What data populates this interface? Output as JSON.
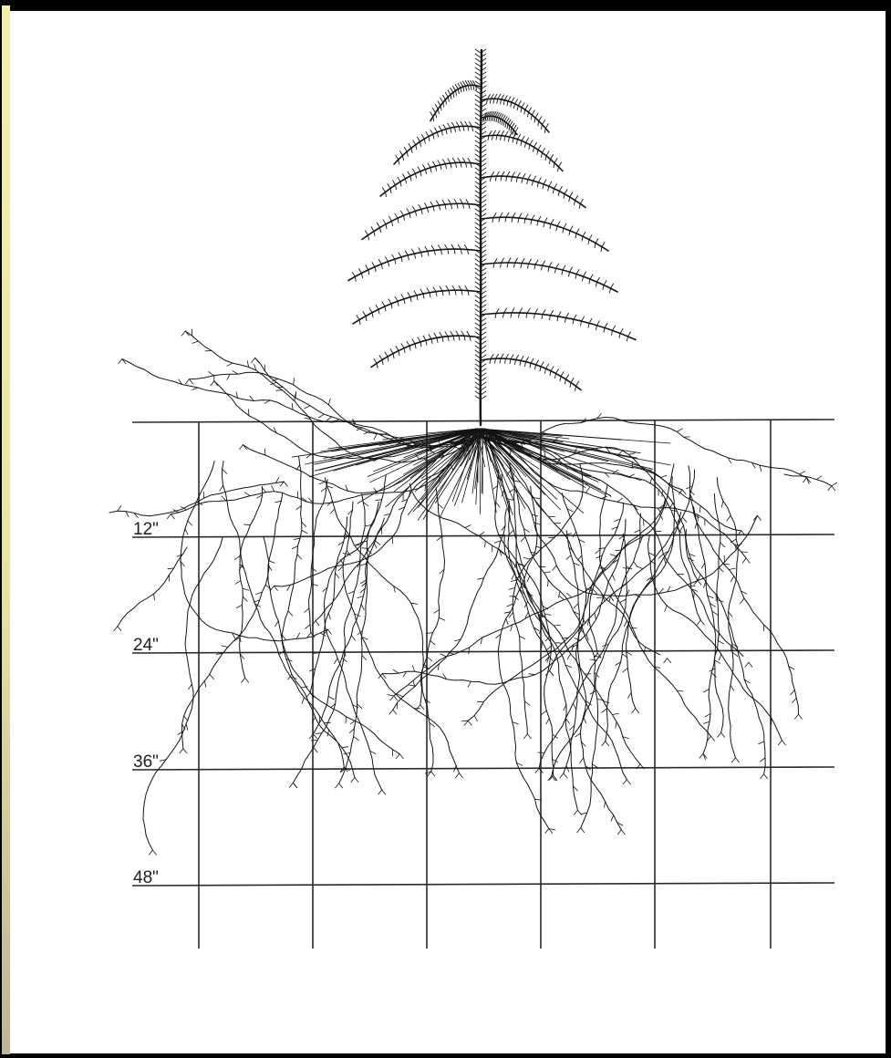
{
  "diagram": {
    "depth_labels": [
      "12\"",
      "24\"",
      "36\"",
      "48\""
    ],
    "colors": {
      "ink": "#141414",
      "paper": "#ffffff",
      "frame": "#000000",
      "grid": "#2a2a2a"
    }
  }
}
